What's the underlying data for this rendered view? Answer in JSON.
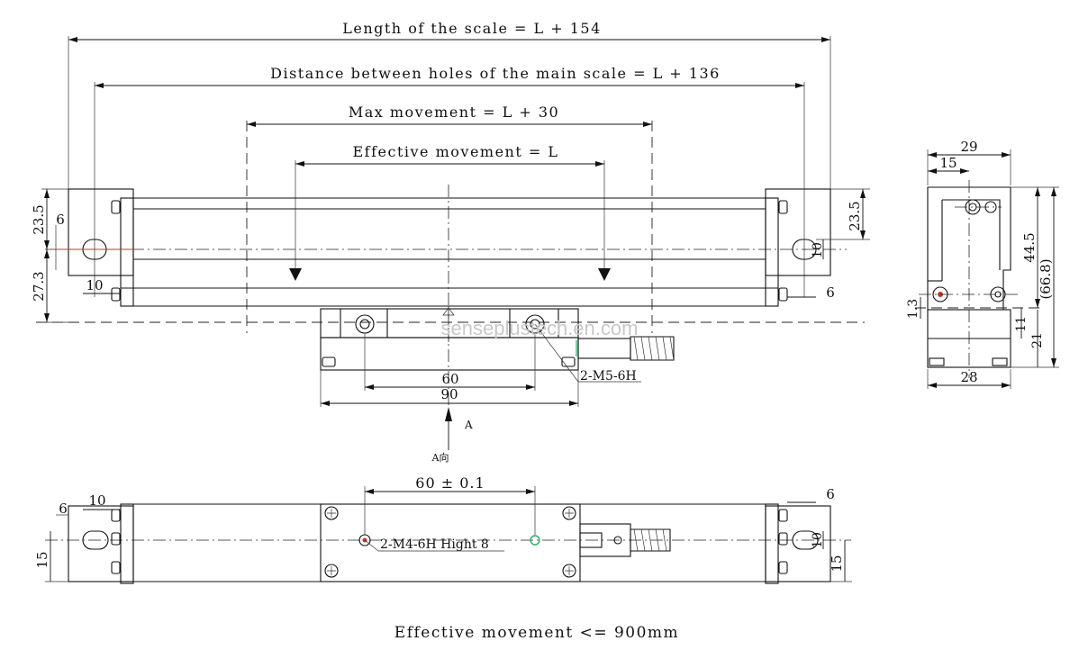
{
  "labels": {
    "length_scale": "Length of the scale = L + 154",
    "distance_holes": "Distance between holes of the main scale = L + 136",
    "max_movement": "Max movement = L + 30",
    "effective_movement": "Effective movement = L",
    "left_23_5": "23.5",
    "left_6": "6",
    "left_27_3": "27.3",
    "left_10": "10",
    "right_23_5": "23.5",
    "right_10": "10",
    "right_6": "6",
    "reader_60": "60",
    "reader_90": "90",
    "reader_thread": "2-M5-6H",
    "arrow_a": "A",
    "view_a": "A向",
    "side_29": "29",
    "side_15": "15",
    "side_44_5": "44.5",
    "side_66_8": "(66.8)",
    "side_1_3": "1.3",
    "side_11": "11",
    "side_21": "21",
    "side_28": "28",
    "bottom_60_tol": "60 ± 0.1",
    "bottom_thread": "2-M4-6H  Hight 8",
    "bottom_6": "6",
    "bottom_10": "10",
    "bottom_15_left": "15",
    "bottom_15_right": "15",
    "bottom_right_6": "6",
    "bottom_right_10": "10",
    "footer": "Effective movement <= 900mm",
    "watermark": "senseplustech.en.com"
  },
  "colors": {
    "line": "#111111",
    "accent_red": "#c0392b",
    "accent_green": "#27ae60",
    "watermark": "#c8c8c8"
  }
}
